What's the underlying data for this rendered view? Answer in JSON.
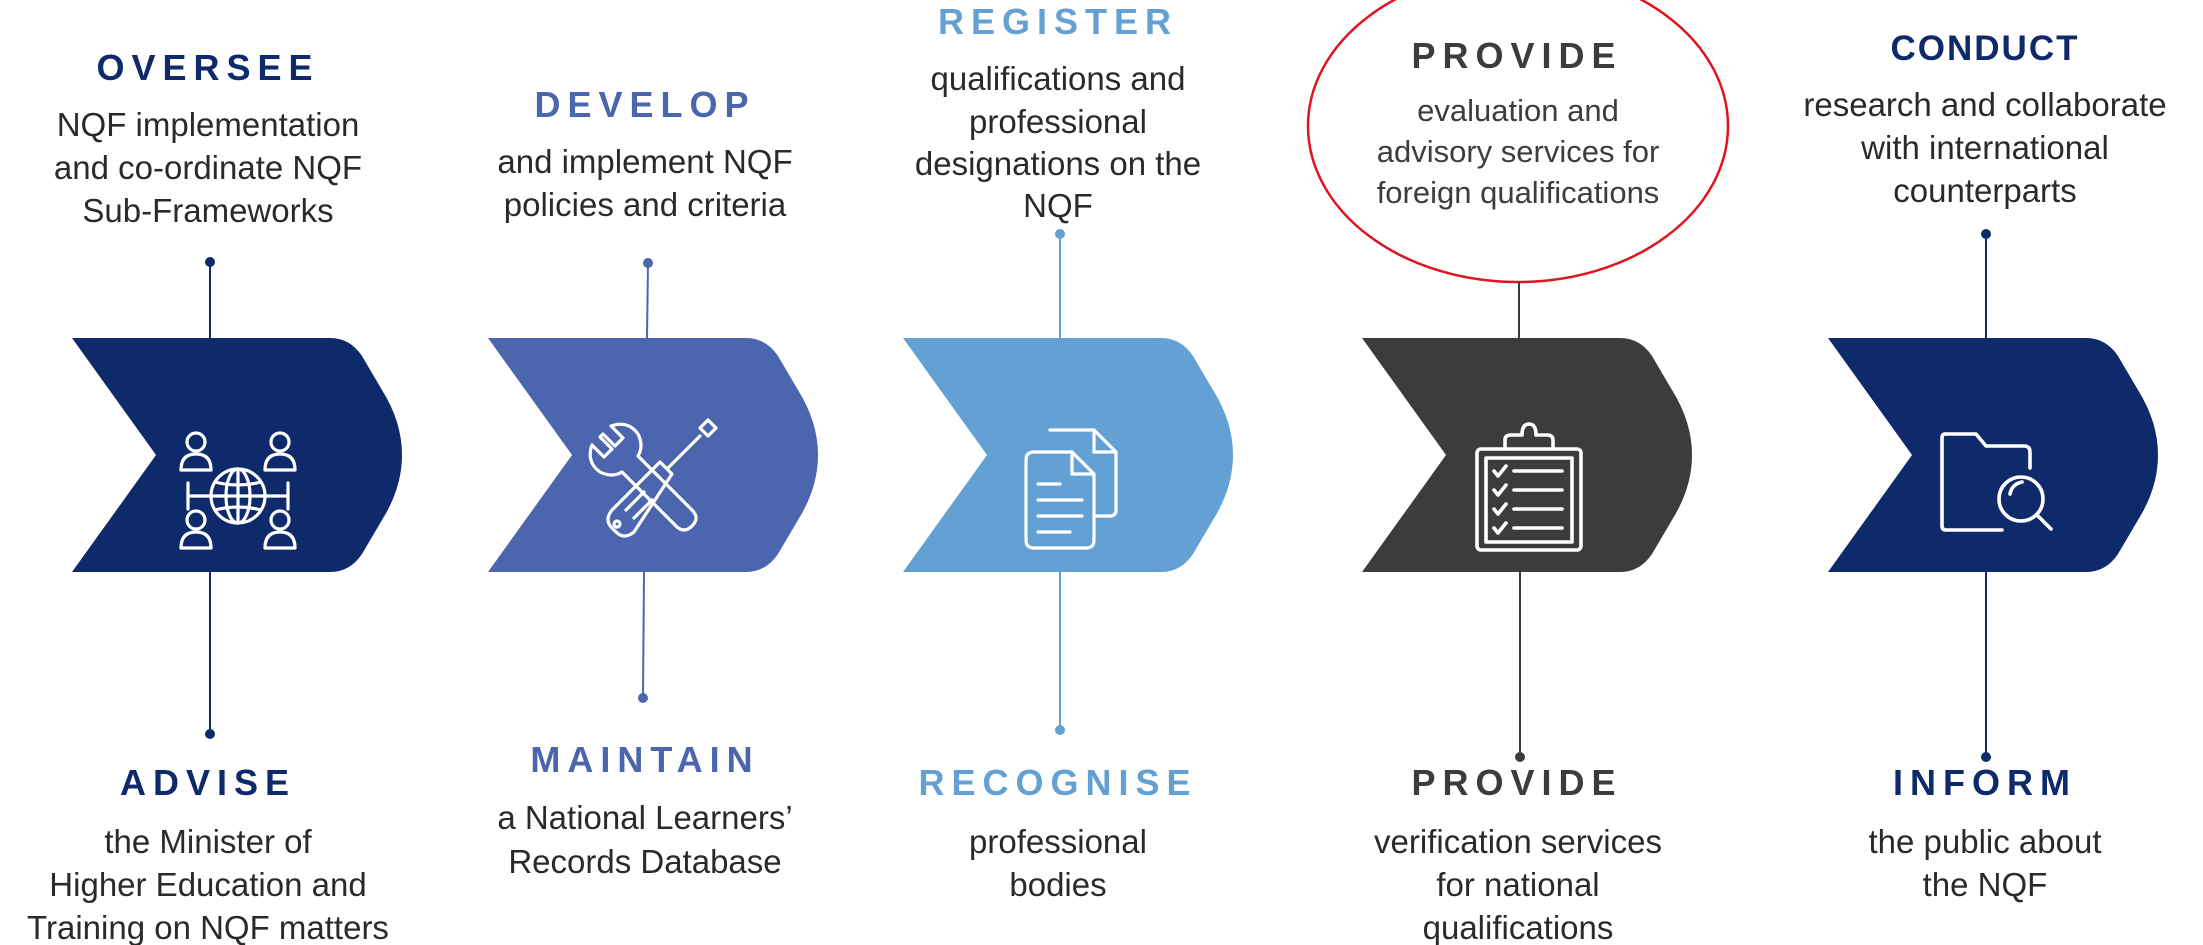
{
  "colors": {
    "navy": "#0e2a6b",
    "royal": "#4b66ae",
    "sky": "#63a0d3",
    "charcoal": "#3c3c3c",
    "text": "#2a2a2a",
    "highlight_ring": "#e0141e"
  },
  "steps": [
    {
      "color": "#0e2a6b",
      "icon": "people-globe-icon",
      "top": {
        "heading": "OVERSEE",
        "lines": [
          "NQF implementation",
          "and co-ordinate NQF",
          "Sub-Frameworks"
        ]
      },
      "bottom": {
        "heading": "ADVISE",
        "lines": [
          "the Minister of",
          "Higher Education and",
          "Training on NQF matters"
        ]
      }
    },
    {
      "color": "#4b66ae",
      "icon": "wrench-screwdriver-icon",
      "top": {
        "heading": "DEVELOP",
        "lines": [
          "and implement NQF",
          "policies and criteria"
        ]
      },
      "bottom": {
        "heading": "MAINTAIN",
        "lines": [
          "a National Learners’",
          "Records Database"
        ]
      }
    },
    {
      "color": "#63a0d3",
      "icon": "documents-icon",
      "top": {
        "heading": "REGISTER",
        "lines": [
          "qualifications and",
          "professional",
          "designations on the",
          "NQF"
        ]
      },
      "bottom": {
        "heading": "RECOGNISE",
        "lines": [
          "professional",
          "bodies"
        ]
      }
    },
    {
      "color": "#3c3c3c",
      "icon": "clipboard-checklist-icon",
      "top": {
        "heading": "PROVIDE",
        "lines": [
          "evaluation and",
          "advisory services for",
          "foreign qualifications"
        ]
      },
      "bottom": {
        "heading": "PROVIDE",
        "lines": [
          "verification services",
          "for national",
          "qualifications"
        ]
      }
    },
    {
      "color": "#0e2a6b",
      "icon": "folder-search-icon",
      "top": {
        "heading": "CONDUCT",
        "lines": [
          "research and collaborate",
          "with international",
          "counterparts"
        ]
      },
      "bottom": {
        "heading": "INFORM",
        "lines": [
          "the public about",
          "the NQF"
        ]
      }
    }
  ]
}
